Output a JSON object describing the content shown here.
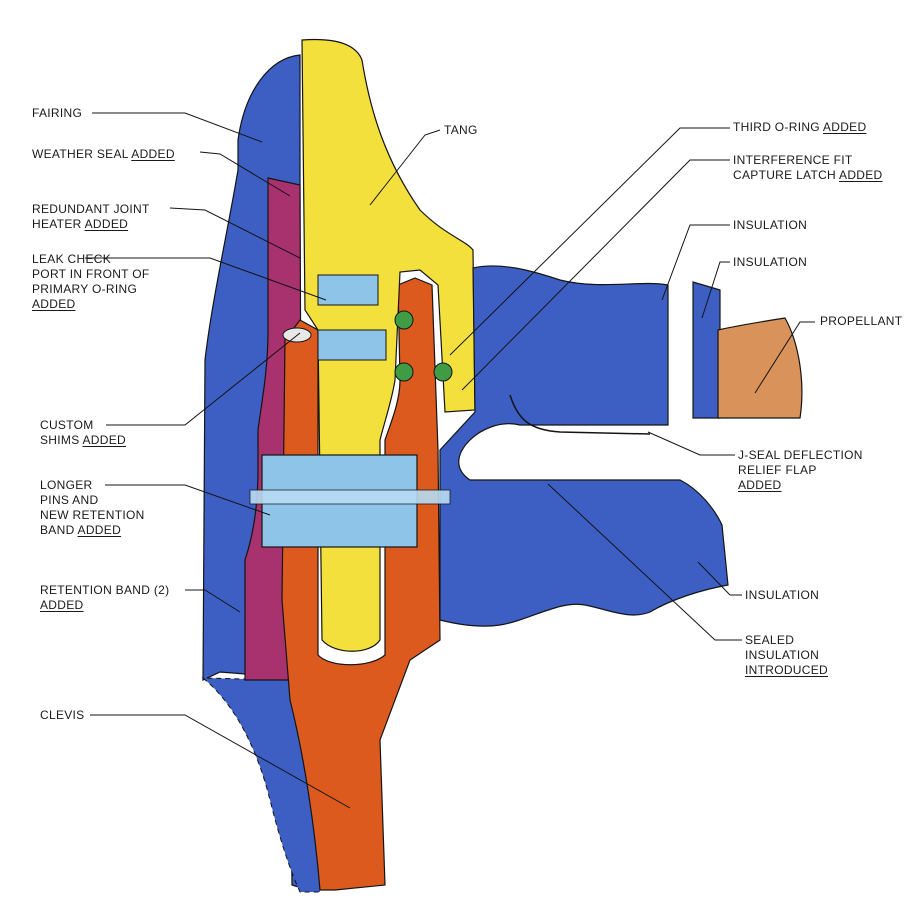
{
  "labels": {
    "fairing": "FAIRING",
    "weather_seal": {
      "text": "WEATHER SEAL",
      "added": "ADDED"
    },
    "redundant_heater": {
      "line1": "REDUNDANT JOINT",
      "line2": "HEATER",
      "added": "ADDED"
    },
    "leak_check": {
      "line1": "LEAK CHECK",
      "line2": "PORT IN FRONT OF",
      "line3": "PRIMARY O-RING",
      "added": "ADDED"
    },
    "custom_shims": {
      "line1": "CUSTOM",
      "line2": "SHIMS",
      "added": "ADDED"
    },
    "longer_pins": {
      "line1": "LONGER",
      "line2": "PINS AND",
      "line3": "NEW RETENTION",
      "line4": "BAND",
      "added": "ADDED"
    },
    "retention_band": {
      "line1": "RETENTION BAND (2)",
      "added": "ADDED"
    },
    "clevis": "CLEVIS",
    "tang": "TANG",
    "third_oring": {
      "text": "THIRD O-RING",
      "added": "ADDED"
    },
    "interference_fit": {
      "line1": "INTERFERENCE FIT",
      "line2": "CAPTURE LATCH",
      "added": "ADDED"
    },
    "insulation_1": "INSULATION",
    "insulation_2": "INSULATION",
    "propellant": "PROPELLANT",
    "jseal": {
      "line1": "J-SEAL DEFLECTION",
      "line2": "RELIEF FLAP",
      "added": "ADDED"
    },
    "insulation_3": "INSULATION",
    "sealed_insulation": {
      "line1": "SEALED",
      "line2": "INSULATION",
      "added": "INTRODUCED"
    }
  },
  "colors": {
    "fairing_blue": "#3d5fc4",
    "tang_yellow": "#f4e03c",
    "clevis_orange": "#dd5a1f",
    "seal_magenta": "#a8326e",
    "pin_lightblue": "#8ec4e8",
    "oring_green": "#3f9c44",
    "propellant_tan": "#d9925a",
    "outline": "#141414"
  }
}
